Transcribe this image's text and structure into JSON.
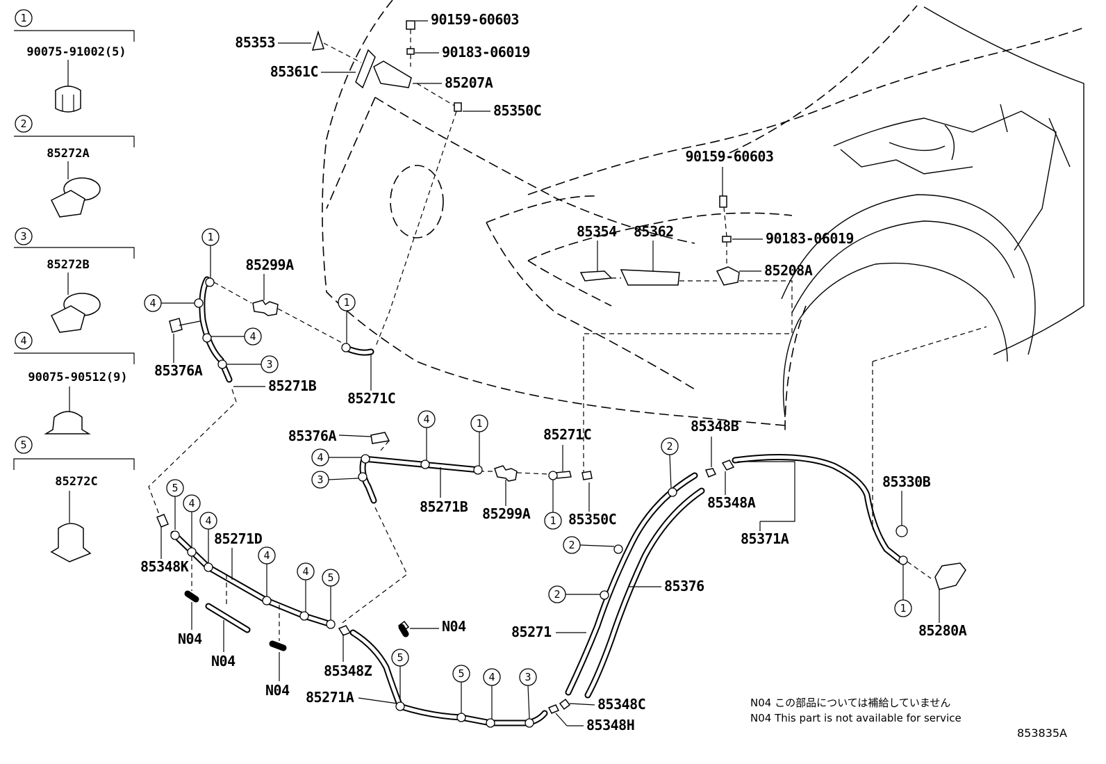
{
  "legend": [
    {
      "num": "1",
      "part": "90075-91002(5)"
    },
    {
      "num": "2",
      "part": "85272A"
    },
    {
      "num": "3",
      "part": "85272B"
    },
    {
      "num": "4",
      "part": "90075-90512(9)"
    },
    {
      "num": "5",
      "part": "85272C"
    }
  ],
  "parts": {
    "p85353": "85353",
    "p85361C": "85361C",
    "p90159a": "90159-60603",
    "p90183a": "90183-06019",
    "p85207A": "85207A",
    "p85350C_top": "85350C",
    "p90159b": "90159-60603",
    "p85354": "85354",
    "p85362": "85362",
    "p90183b": "90183-06019",
    "p85208A": "85208A",
    "p85299A_left": "85299A",
    "p85376A_left": "85376A",
    "p85271B_left": "85271B",
    "p85271C_left": "85271C",
    "p85376A_mid": "85376A",
    "p85271B_mid": "85271B",
    "p85299A_mid": "85299A",
    "p85271C_mid": "85271C",
    "p85350C_mid": "85350C",
    "p85348B": "85348B",
    "p85348A": "85348A",
    "p85371A": "85371A",
    "p85330B": "85330B",
    "p85280A": "85280A",
    "p85376": "85376",
    "p85271": "85271",
    "p85348C": "85348C",
    "p85348H": "85348H",
    "p85271A": "85271A",
    "p85348Z": "85348Z",
    "p85348K": "85348K",
    "p85271D": "85271D",
    "n04_a": "N04",
    "n04_b": "N04",
    "n04_c": "N04",
    "n04_d": "N04"
  },
  "callouts": {
    "c1_left": "1",
    "c4_left_a": "4",
    "c4_left_b": "4",
    "c3_left": "3",
    "c1_center": "1",
    "c4_mid": "4",
    "c1_mid": "1",
    "c4_mid_l": "4",
    "c3_mid_l": "3",
    "c1_mid_r": "1",
    "c2_a": "2",
    "c2_b": "2",
    "c2_c": "2",
    "c1_right": "1",
    "c5_d1": "5",
    "c4_d1": "4",
    "c4_d2": "4",
    "c4_d3": "4",
    "c4_d4": "4",
    "c5_d2": "5",
    "c5_a1": "5",
    "c5_a2": "5",
    "c4_a": "4",
    "c3_a": "3"
  },
  "notes": {
    "jp": "N04 この部品については補給していません",
    "en": "N04 This part is not available for service"
  },
  "diagram_code": "853835A"
}
